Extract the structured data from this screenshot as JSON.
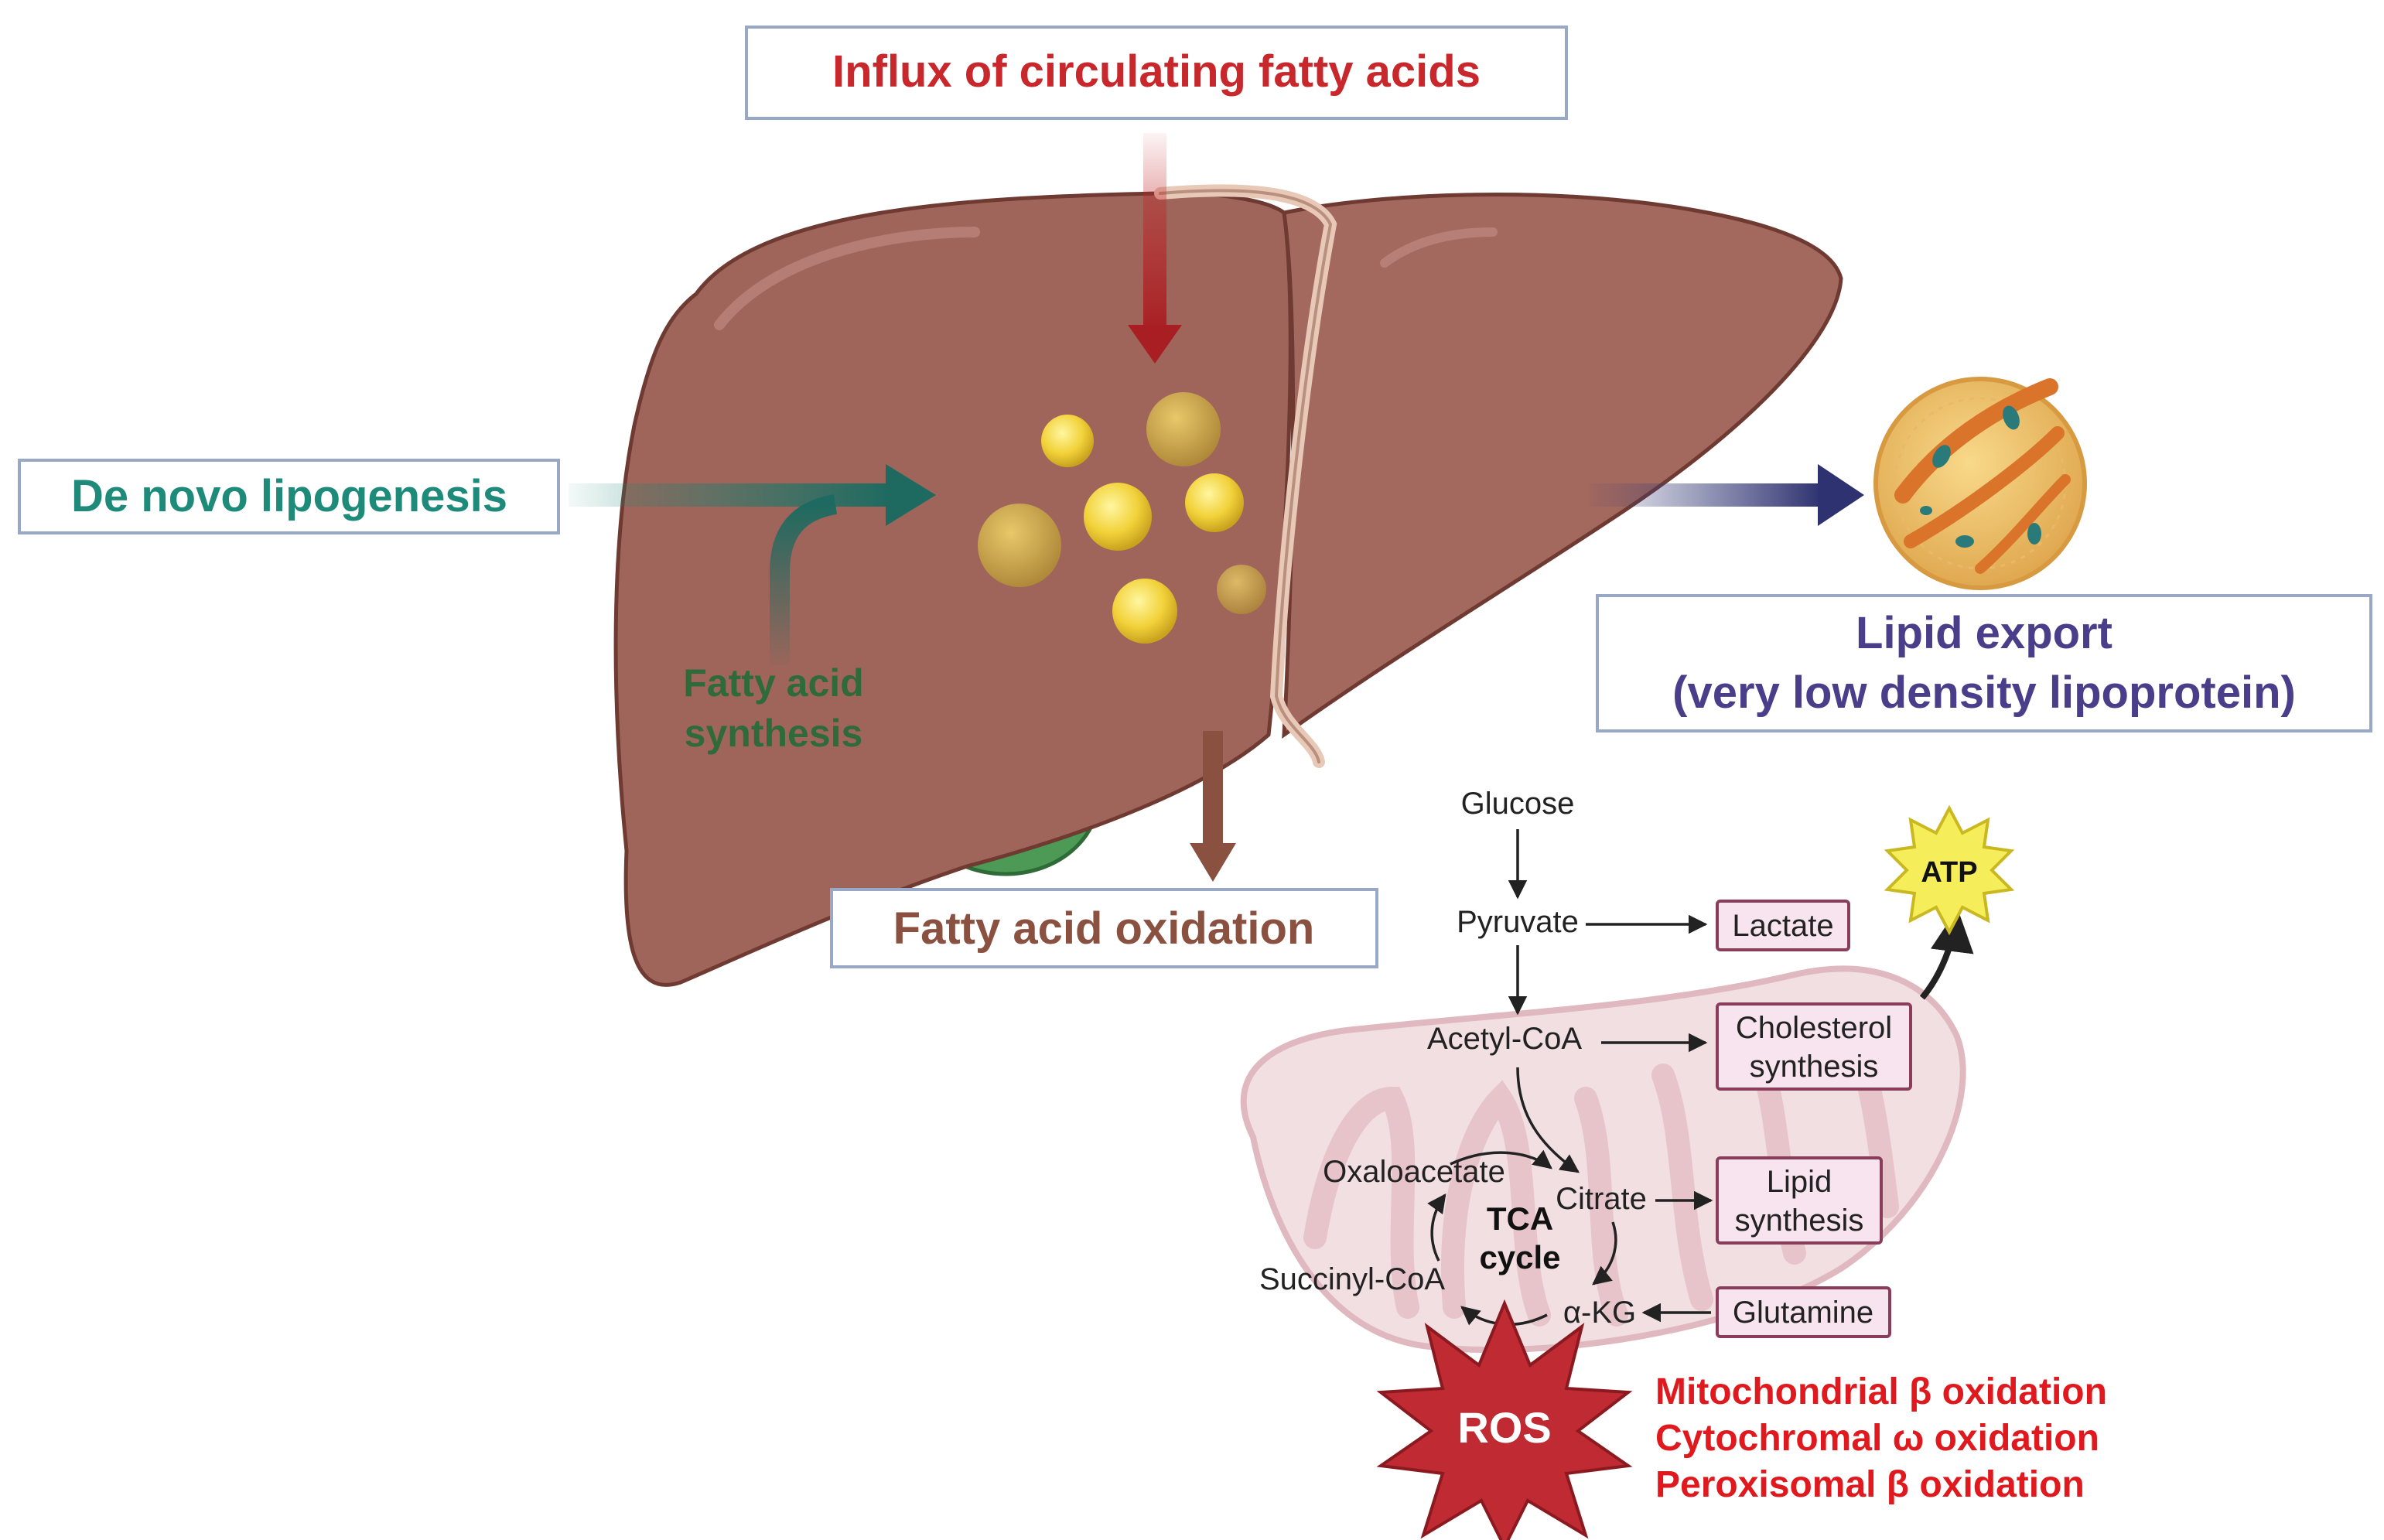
{
  "labels": {
    "influx": "Influx of circulating fatty acids",
    "de_novo": "De novo lipogenesis",
    "fa_synthesis_line1": "Fatty acid",
    "fa_synthesis_line2": "synthesis",
    "lipid_export_line1": "Lipid export",
    "lipid_export_line2": "(very low density lipoprotein)",
    "fa_oxidation": "Fatty acid oxidation"
  },
  "pathway": {
    "glucose": "Glucose",
    "pyruvate": "Pyruvate",
    "acetyl_coa": "Acetyl-CoA",
    "oxaloacetate": "Oxaloacetate",
    "citrate": "Citrate",
    "succinyl_coa": "Succinyl-CoA",
    "akg": "α-KG",
    "tca_line1": "TCA",
    "tca_line2": "cycle",
    "atp": "ATP",
    "ros": "ROS"
  },
  "boxes": {
    "lactate": "Lactate",
    "cholesterol_line1": "Cholesterol",
    "cholesterol_line2": "synthesis",
    "lipid_line1": "Lipid",
    "lipid_line2": "synthesis",
    "glutamine": "Glutamine"
  },
  "oxidation_list": [
    "Mitochondrial β oxidation",
    "Cytochromal ω oxidation",
    "Peroxisomal β oxidation"
  ],
  "colors": {
    "liver": "#a0655a",
    "liver_dark": "#7a4038",
    "influx_red": "#c8272c",
    "teal": "#1e8a7a",
    "fa_synth_green": "#2f6b3a",
    "export_navy": "#3b3f7a",
    "export_text": "#4a3d8a",
    "oxidation_brown": "#8a5040",
    "box_border": "#9aa8c8",
    "pink_box_fill": "#f7e4ee",
    "pink_box_border": "#8a3d5a",
    "mito_fill": "#f2dfe2",
    "ros_red": "#c02a32",
    "atp_yellow": "#f5ee5a",
    "ox_list_red": "#e0191e"
  }
}
